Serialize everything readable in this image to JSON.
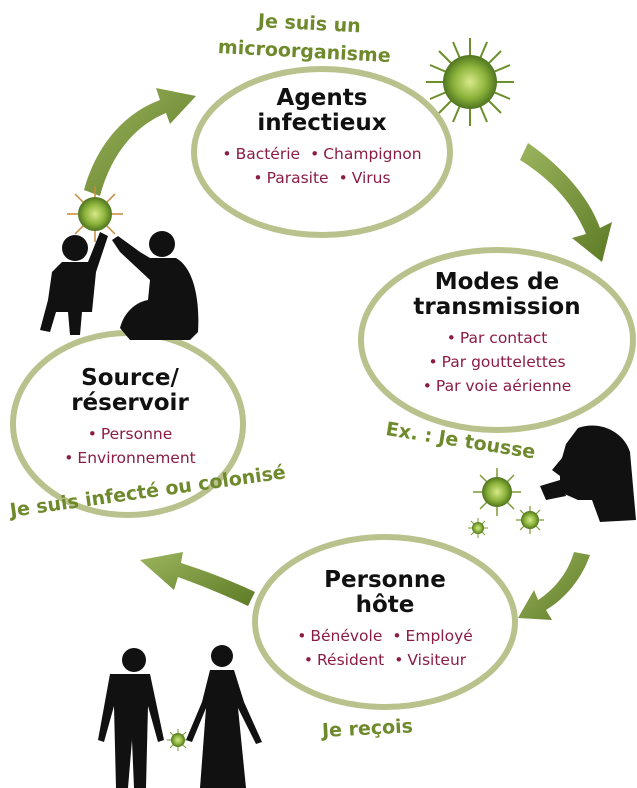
{
  "agents": {
    "title_line1": "Agents",
    "title_line2": "infectieux",
    "items": [
      "Bactérie",
      "Champignon",
      "Parasite",
      "Virus"
    ]
  },
  "modes": {
    "title_line1": "Modes de",
    "title_line2": "transmission",
    "items": [
      "Par contact",
      "Par gouttelettes",
      "Par voie aérienne"
    ]
  },
  "host": {
    "title_line1": "Personne",
    "title_line2": "hôte",
    "items": [
      "Bénévole",
      "Employé",
      "Résident",
      "Visiteur"
    ]
  },
  "source": {
    "title_line1": "Source/",
    "title_line2": "réservoir",
    "items": [
      "Personne",
      "Environnement"
    ]
  },
  "captions": {
    "microorganism_line1": "Je suis un",
    "microorganism_line2": "microorganisme",
    "cough": "Ex. : Je tousse",
    "receive": "Je reçois",
    "infected": "Je suis infecté ou colonisé"
  },
  "colors": {
    "ellipse_stroke": "#b9c28d",
    "arrow": "#6c8a2e",
    "caption": "#6f8a2c",
    "item_text": "#8a1c46",
    "virus": "#8bb33a"
  }
}
